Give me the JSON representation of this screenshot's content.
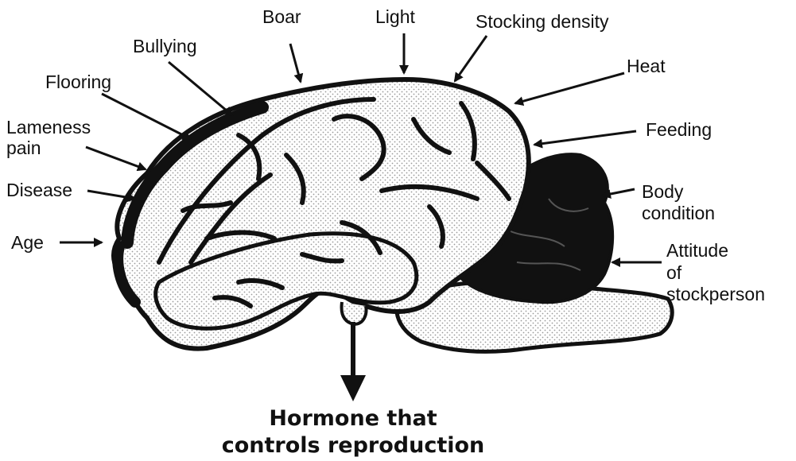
{
  "colors": {
    "ink": "#111111",
    "paper": "#ffffff",
    "stipple": "#b0b0b0"
  },
  "labels": {
    "boar": "Boar",
    "light": "Light",
    "stocking_density": "Stocking density",
    "bullying": "Bullying",
    "heat": "Heat",
    "flooring": "Flooring",
    "lameness_line1": "Lameness",
    "lameness_line2": "pain",
    "feeding": "Feeding",
    "disease": "Disease",
    "body_condition_line1": "Body",
    "body_condition_line2": "condition",
    "age": "Age",
    "attitude_line1": "Attitude",
    "attitude_line2": "of",
    "attitude_line3": "stockperson"
  },
  "output": {
    "line1": "Hormone that",
    "line2": "controls reproduction"
  }
}
